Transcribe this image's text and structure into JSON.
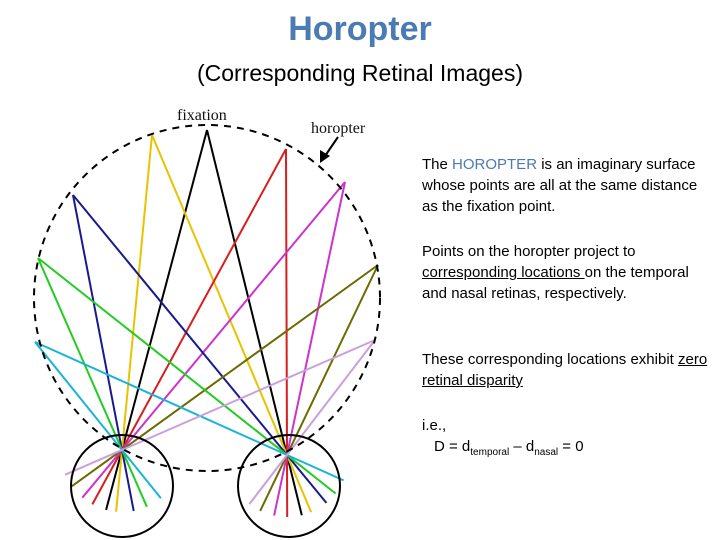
{
  "title": "Horopter",
  "subtitle": "(Corresponding Retinal Images)",
  "diagram": {
    "fixation_label": "fixation",
    "horopter_label": "horopter"
  },
  "text": {
    "p1_pre": "The ",
    "p1_hl": "HOROPTER",
    "p1_post": " is an imaginary surface whose points are all at the same distance as the fixation point.",
    "p2_pre": "Points on the horopter project to ",
    "p2_ul": "corresponding locations ",
    "p2_post": "on the temporal and nasal retinas, respectively.",
    "p3_pre": "These corresponding locations exhibit ",
    "p3_ul": "zero retinal disparity",
    "p4_line1": "i.e.,",
    "eq_d": "D = d",
    "eq_sub1": "temporal",
    "eq_mid": " – d",
    "eq_sub2": "nasal",
    "eq_end": " = 0"
  },
  "colors": {
    "title": "#4a7bb2",
    "rays": [
      "#000000",
      "#e8c300",
      "#d81e1e",
      "#cc33cc",
      "#1a1a8c",
      "#6b6b00",
      "#22cc22",
      "#1ab3d6",
      "#c9a0dc"
    ]
  }
}
